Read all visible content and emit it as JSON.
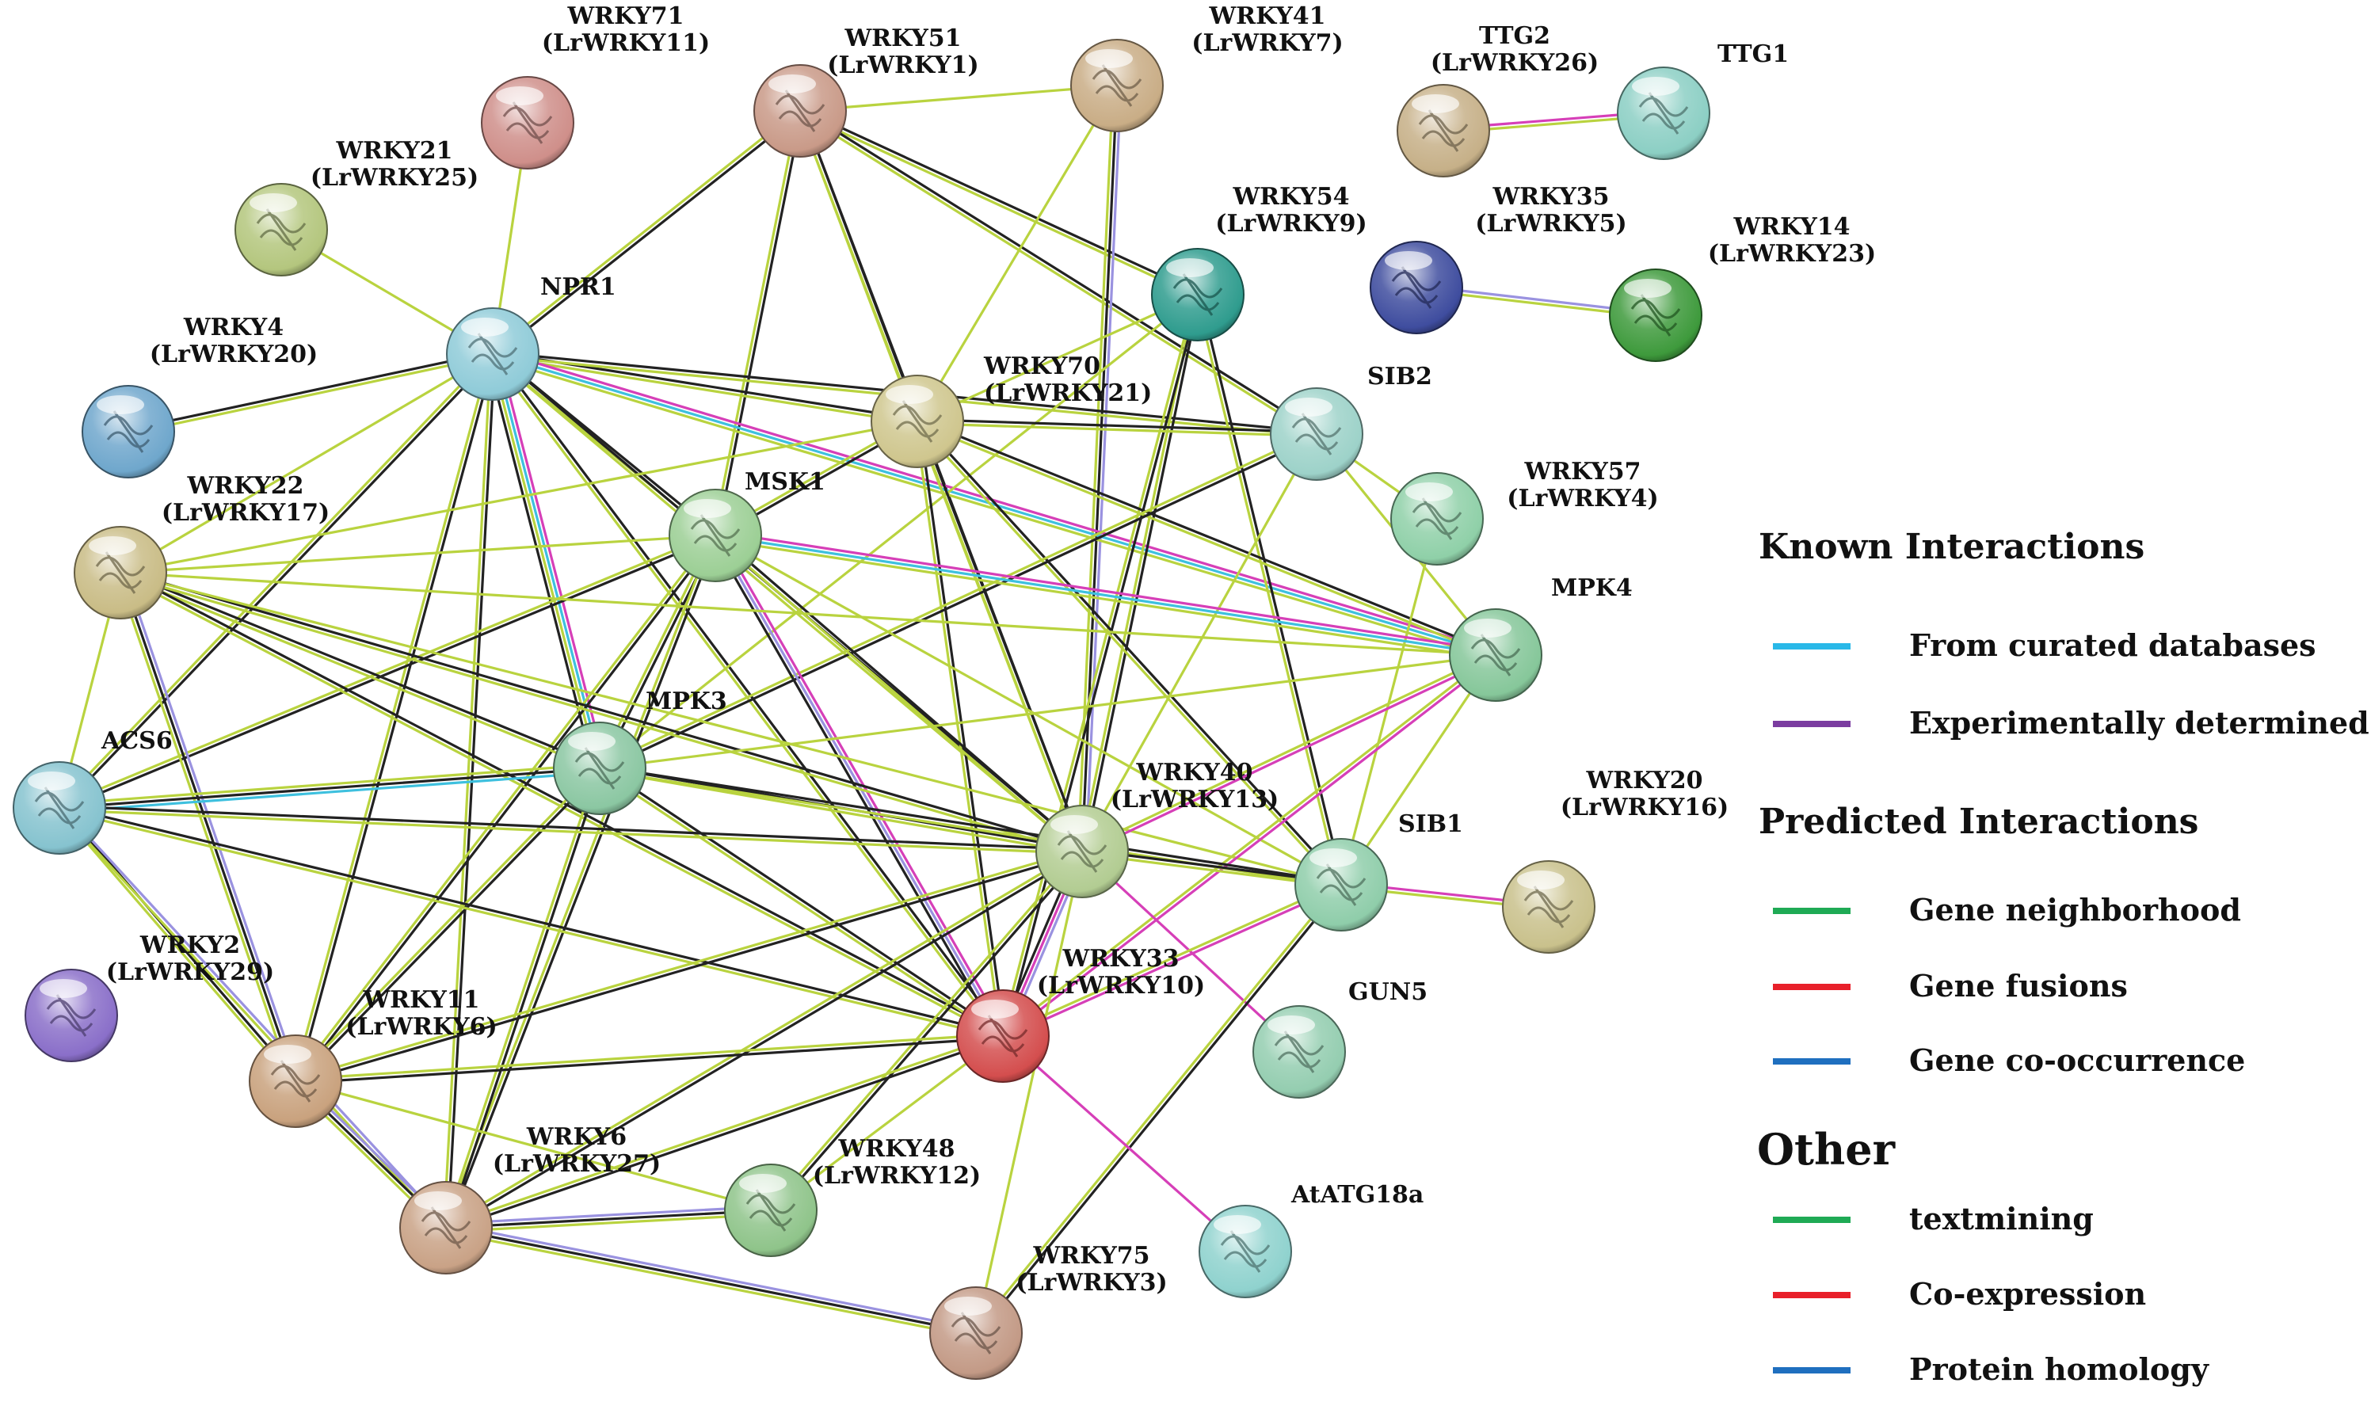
{
  "network": {
    "nodes": [
      {
        "id": "WRKY71",
        "label": [
          "WRKY71",
          "(LrWRKY11)"
        ],
        "color": "#cf8f8a"
      },
      {
        "id": "WRKY51",
        "label": [
          "WRKY51",
          "(LrWRKY1)"
        ],
        "color": "#c99a88"
      },
      {
        "id": "WRKY41",
        "label": [
          "WRKY41",
          "(LrWRKY7)"
        ],
        "color": "#c9ad86"
      },
      {
        "id": "TTG2",
        "label": [
          "TTG2",
          "(LrWRKY26)"
        ],
        "color": "#c6b088"
      },
      {
        "id": "TTG1",
        "label": [
          "TTG1"
        ],
        "color": "#8ccfc4"
      },
      {
        "id": "WRKY21",
        "label": [
          "WRKY21",
          "(LrWRKY25)"
        ],
        "color": "#b4c67e"
      },
      {
        "id": "NPR1",
        "label": [
          "NPR1"
        ],
        "color": "#8fcbd8"
      },
      {
        "id": "WRKY54",
        "label": [
          "WRKY54",
          "(LrWRKY9)"
        ],
        "color": "#2f9c8e"
      },
      {
        "id": "WRKY35",
        "label": [
          "WRKY35",
          "(LrWRKY5)"
        ],
        "color": "#3f4d9f"
      },
      {
        "id": "WRKY14",
        "label": [
          "WRKY14",
          "(LrWRKY23)"
        ],
        "color": "#3e9a3c"
      },
      {
        "id": "WRKY4",
        "label": [
          "WRKY4",
          "(LrWRKY20)"
        ],
        "color": "#6fa7cc"
      },
      {
        "id": "WRKY70",
        "label": [
          "WRKY70",
          "(LrWRKY21)"
        ],
        "color": "#cfc68e"
      },
      {
        "id": "SIB2",
        "label": [
          "SIB2"
        ],
        "color": "#9dd2c9"
      },
      {
        "id": "WRKY57",
        "label": [
          "WRKY57",
          "(LrWRKY4)"
        ],
        "color": "#8fd0a8"
      },
      {
        "id": "WRKY22",
        "label": [
          "WRKY22",
          "(LrWRKY17)"
        ],
        "color": "#c9bc86"
      },
      {
        "id": "MSK1",
        "label": [
          "MSK1"
        ],
        "color": "#9ccf95"
      },
      {
        "id": "MPK4",
        "label": [
          "MPK4"
        ],
        "color": "#86c79a"
      },
      {
        "id": "MPK3",
        "label": [
          "MPK3"
        ],
        "color": "#8bc7a2"
      },
      {
        "id": "ACS6",
        "label": [
          "ACS6"
        ],
        "color": "#86c3cf"
      },
      {
        "id": "WRKY40",
        "label": [
          "WRKY40",
          "(LrWRKY13)"
        ],
        "color": "#b2cc92"
      },
      {
        "id": "SIB1",
        "label": [
          "SIB1"
        ],
        "color": "#8fcdaa"
      },
      {
        "id": "WRKY20",
        "label": [
          "WRKY20",
          "(LrWRKY16)"
        ],
        "color": "#c9c18c"
      },
      {
        "id": "WRKY2",
        "label": [
          "WRKY2",
          "(LrWRKY29)"
        ],
        "color": "#8a6fc9"
      },
      {
        "id": "WRKY11",
        "label": [
          "WRKY11",
          "(LrWRKY6)"
        ],
        "color": "#c9a27e"
      },
      {
        "id": "WRKY33",
        "label": [
          "WRKY33",
          "(LrWRKY10)"
        ],
        "color": "#d44e4e"
      },
      {
        "id": "GUN5",
        "label": [
          "GUN5"
        ],
        "color": "#94cdb0"
      },
      {
        "id": "WRKY6",
        "label": [
          "WRKY6",
          "(LrWRKY27)"
        ],
        "color": "#c9a286"
      },
      {
        "id": "WRKY48",
        "label": [
          "WRKY48",
          "(LrWRKY12)"
        ],
        "color": "#8fc48a"
      },
      {
        "id": "AtATG18a",
        "label": [
          "AtATG18a"
        ],
        "color": "#8fd2ce"
      },
      {
        "id": "WRKY75",
        "label": [
          "WRKY75",
          "(LrWRKY3)"
        ],
        "color": "#c39a86"
      }
    ],
    "edges": [
      {
        "s": "TTG2",
        "t": "TTG1",
        "types": [
          "pink",
          "yellow"
        ]
      },
      {
        "s": "WRKY35",
        "t": "WRKY14",
        "types": [
          "purple",
          "yellow"
        ]
      },
      {
        "s": "WRKY71",
        "t": "NPR1",
        "types": [
          "yellow"
        ]
      },
      {
        "s": "WRKY21",
        "t": "NPR1",
        "types": [
          "yellow"
        ]
      },
      {
        "s": "WRKY4",
        "t": "NPR1",
        "types": [
          "black",
          "yellow"
        ]
      },
      {
        "s": "WRKY51",
        "t": "NPR1",
        "types": [
          "black",
          "yellow"
        ]
      },
      {
        "s": "WRKY51",
        "t": "WRKY41",
        "types": [
          "yellow"
        ]
      },
      {
        "s": "WRKY51",
        "t": "MSK1",
        "types": [
          "black",
          "yellow"
        ]
      },
      {
        "s": "WRKY51",
        "t": "WRKY70",
        "types": [
          "black",
          "yellow"
        ]
      },
      {
        "s": "WRKY51",
        "t": "WRKY54",
        "types": [
          "black",
          "yellow"
        ]
      },
      {
        "s": "WRKY51",
        "t": "SIB2",
        "types": [
          "black",
          "yellow"
        ]
      },
      {
        "s": "WRKY51",
        "t": "WRKY40",
        "types": [
          "black",
          "yellow"
        ]
      },
      {
        "s": "WRKY41",
        "t": "WRKY40",
        "types": [
          "purple",
          "black",
          "yellow"
        ]
      },
      {
        "s": "WRKY41",
        "t": "WRKY70",
        "types": [
          "yellow"
        ]
      },
      {
        "s": "NPR1",
        "t": "WRKY22",
        "types": [
          "yellow"
        ]
      },
      {
        "s": "NPR1",
        "t": "WRKY70",
        "types": [
          "black",
          "yellow"
        ]
      },
      {
        "s": "NPR1",
        "t": "SIB2",
        "types": [
          "black",
          "yellow"
        ]
      },
      {
        "s": "NPR1",
        "t": "MSK1",
        "types": [
          "black",
          "yellow"
        ]
      },
      {
        "s": "NPR1",
        "t": "MPK4",
        "types": [
          "pink",
          "cyan",
          "yellow"
        ]
      },
      {
        "s": "NPR1",
        "t": "MPK3",
        "types": [
          "pink",
          "cyan",
          "yellow",
          "black"
        ]
      },
      {
        "s": "NPR1",
        "t": "WRKY40",
        "types": [
          "black",
          "yellow"
        ]
      },
      {
        "s": "NPR1",
        "t": "WRKY33",
        "types": [
          "black",
          "yellow"
        ]
      },
      {
        "s": "NPR1",
        "t": "ACS6",
        "types": [
          "black",
          "yellow"
        ]
      },
      {
        "s": "NPR1",
        "t": "WRKY11",
        "types": [
          "black",
          "yellow"
        ]
      },
      {
        "s": "NPR1",
        "t": "WRKY6",
        "types": [
          "black",
          "yellow"
        ]
      },
      {
        "s": "WRKY54",
        "t": "WRKY70",
        "types": [
          "yellow"
        ]
      },
      {
        "s": "WRKY54",
        "t": "WRKY40",
        "types": [
          "black",
          "yellow"
        ]
      },
      {
        "s": "WRKY54",
        "t": "WRKY33",
        "types": [
          "black",
          "yellow"
        ]
      },
      {
        "s": "WRKY54",
        "t": "SIB1",
        "types": [
          "black",
          "yellow"
        ]
      },
      {
        "s": "WRKY54",
        "t": "MPK3",
        "types": [
          "yellow"
        ]
      },
      {
        "s": "WRKY70",
        "t": "SIB2",
        "types": [
          "black",
          "yellow"
        ]
      },
      {
        "s": "WRKY70",
        "t": "MPK4",
        "types": [
          "black",
          "yellow"
        ]
      },
      {
        "s": "WRKY70",
        "t": "MSK1",
        "types": [
          "black",
          "yellow"
        ]
      },
      {
        "s": "WRKY70",
        "t": "WRKY40",
        "types": [
          "black",
          "yellow"
        ]
      },
      {
        "s": "WRKY70",
        "t": "WRKY33",
        "types": [
          "black",
          "yellow"
        ]
      },
      {
        "s": "WRKY70",
        "t": "WRKY22",
        "types": [
          "yellow"
        ]
      },
      {
        "s": "WRKY70",
        "t": "SIB1",
        "types": [
          "black",
          "yellow"
        ]
      },
      {
        "s": "SIB2",
        "t": "WRKY57",
        "types": [
          "yellow"
        ]
      },
      {
        "s": "SIB2",
        "t": "MPK4",
        "types": [
          "yellow"
        ]
      },
      {
        "s": "SIB2",
        "t": "MPK3",
        "types": [
          "black",
          "yellow"
        ]
      },
      {
        "s": "SIB2",
        "t": "WRKY40",
        "types": [
          "yellow"
        ]
      },
      {
        "s": "WRKY57",
        "t": "SIB1",
        "types": [
          "yellow"
        ]
      },
      {
        "s": "MSK1",
        "t": "WRKY22",
        "types": [
          "yellow"
        ]
      },
      {
        "s": "MSK1",
        "t": "MPK4",
        "types": [
          "pink",
          "cyan",
          "yellow"
        ]
      },
      {
        "s": "MSK1",
        "t": "MPK3",
        "types": [
          "black",
          "yellow"
        ]
      },
      {
        "s": "MSK1",
        "t": "WRKY40",
        "types": [
          "black",
          "yellow"
        ]
      },
      {
        "s": "MSK1",
        "t": "WRKY33",
        "types": [
          "pink",
          "purple",
          "black"
        ]
      },
      {
        "s": "MSK1",
        "t": "ACS6",
        "types": [
          "black",
          "yellow"
        ]
      },
      {
        "s": "MSK1",
        "t": "WRKY11",
        "types": [
          "black",
          "yellow"
        ]
      },
      {
        "s": "MSK1",
        "t": "WRKY6",
        "types": [
          "black",
          "yellow"
        ]
      },
      {
        "s": "MSK1",
        "t": "SIB1",
        "types": [
          "yellow"
        ]
      },
      {
        "s": "WRKY22",
        "t": "MPK3",
        "types": [
          "black",
          "yellow"
        ]
      },
      {
        "s": "WRKY22",
        "t": "WRKY40",
        "types": [
          "black",
          "yellow"
        ]
      },
      {
        "s": "WRKY22",
        "t": "WRKY33",
        "types": [
          "black",
          "yellow"
        ]
      },
      {
        "s": "WRKY22",
        "t": "ACS6",
        "types": [
          "yellow"
        ]
      },
      {
        "s": "WRKY22",
        "t": "WRKY11",
        "types": [
          "purple",
          "black",
          "yellow"
        ]
      },
      {
        "s": "WRKY22",
        "t": "MPK4",
        "types": [
          "yellow"
        ]
      },
      {
        "s": "WRKY22",
        "t": "SIB1",
        "types": [
          "yellow"
        ]
      },
      {
        "s": "MPK4",
        "t": "MPK3",
        "types": [
          "yellow"
        ]
      },
      {
        "s": "MPK4",
        "t": "WRKY40",
        "types": [
          "pink",
          "yellow"
        ]
      },
      {
        "s": "MPK4",
        "t": "WRKY33",
        "types": [
          "pink",
          "yellow"
        ]
      },
      {
        "s": "MPK4",
        "t": "SIB1",
        "types": [
          "yellow"
        ]
      },
      {
        "s": "MPK3",
        "t": "ACS6",
        "types": [
          "cyan",
          "black",
          "yellow"
        ]
      },
      {
        "s": "MPK3",
        "t": "WRKY40",
        "types": [
          "black",
          "yellow"
        ]
      },
      {
        "s": "MPK3",
        "t": "WRKY33",
        "types": [
          "black",
          "yellow"
        ]
      },
      {
        "s": "MPK3",
        "t": "WRKY11",
        "types": [
          "black",
          "yellow"
        ]
      },
      {
        "s": "MPK3",
        "t": "WRKY6",
        "types": [
          "black",
          "yellow"
        ]
      },
      {
        "s": "MPK3",
        "t": "SIB1",
        "types": [
          "black",
          "yellow"
        ]
      },
      {
        "s": "ACS6",
        "t": "WRKY40",
        "types": [
          "black",
          "yellow"
        ]
      },
      {
        "s": "ACS6",
        "t": "WRKY33",
        "types": [
          "black",
          "yellow"
        ]
      },
      {
        "s": "ACS6",
        "t": "WRKY11",
        "types": [
          "black",
          "yellow"
        ]
      },
      {
        "s": "ACS6",
        "t": "WRKY6",
        "types": [
          "purple",
          "yellow"
        ]
      },
      {
        "s": "WRKY40",
        "t": "SIB1",
        "types": [
          "black",
          "yellow"
        ]
      },
      {
        "s": "WRKY40",
        "t": "WRKY33",
        "types": [
          "purple",
          "pink",
          "black"
        ]
      },
      {
        "s": "WRKY40",
        "t": "GUN5",
        "types": [
          "pink"
        ]
      },
      {
        "s": "WRKY40",
        "t": "WRKY11",
        "types": [
          "black",
          "yellow"
        ]
      },
      {
        "s": "WRKY40",
        "t": "WRKY6",
        "types": [
          "black",
          "yellow"
        ]
      },
      {
        "s": "WRKY40",
        "t": "WRKY48",
        "types": [
          "black",
          "yellow"
        ]
      },
      {
        "s": "WRKY40",
        "t": "WRKY75",
        "types": [
          "yellow"
        ]
      },
      {
        "s": "SIB1",
        "t": "WRKY20",
        "types": [
          "pink",
          "yellow"
        ]
      },
      {
        "s": "SIB1",
        "t": "WRKY33",
        "types": [
          "pink",
          "yellow"
        ]
      },
      {
        "s": "SIB1",
        "t": "WRKY75",
        "types": [
          "black",
          "yellow"
        ]
      },
      {
        "s": "WRKY33",
        "t": "WRKY11",
        "types": [
          "black",
          "yellow"
        ]
      },
      {
        "s": "WRKY33",
        "t": "WRKY6",
        "types": [
          "black",
          "yellow"
        ]
      },
      {
        "s": "WRKY33",
        "t": "WRKY48",
        "types": [
          "yellow"
        ]
      },
      {
        "s": "WRKY33",
        "t": "AtATG18a",
        "types": [
          "pink"
        ]
      },
      {
        "s": "WRKY11",
        "t": "WRKY6",
        "types": [
          "purple",
          "black",
          "yellow"
        ]
      },
      {
        "s": "WRKY11",
        "t": "WRKY48",
        "types": [
          "yellow"
        ]
      },
      {
        "s": "WRKY6",
        "t": "WRKY48",
        "types": [
          "purple",
          "black",
          "yellow"
        ]
      },
      {
        "s": "WRKY6",
        "t": "WRKY75",
        "types": [
          "purple",
          "black",
          "yellow"
        ]
      }
    ]
  },
  "legend": {
    "known_heading": "Known Interactions",
    "predicted_heading": "Predicted Interactions",
    "other_heading": "Other",
    "items": [
      {
        "label": "From curated databases",
        "color": "#29b8e8",
        "group": "known"
      },
      {
        "label": "Experimentally determined",
        "color": "#7b3da0",
        "group": "known"
      },
      {
        "label": "Gene neighborhood",
        "color": "#1faa55",
        "group": "predicted"
      },
      {
        "label": "Gene fusions",
        "color": "#e8202a",
        "group": "predicted"
      },
      {
        "label": "Gene co-occurrence",
        "color": "#1f6fbf",
        "group": "predicted"
      },
      {
        "label": "textmining",
        "color": "#1faa55",
        "group": "other"
      },
      {
        "label": "Co-expression",
        "color": "#e8202a",
        "group": "other"
      },
      {
        "label": "Protein homology",
        "color": "#1f6fbf",
        "group": "other"
      }
    ]
  },
  "edge_colors": {
    "yellow": "#b9d33f",
    "black": "#222222",
    "purple": "#9a92e0",
    "pink": "#d63fb8",
    "cyan": "#3ec0de"
  }
}
